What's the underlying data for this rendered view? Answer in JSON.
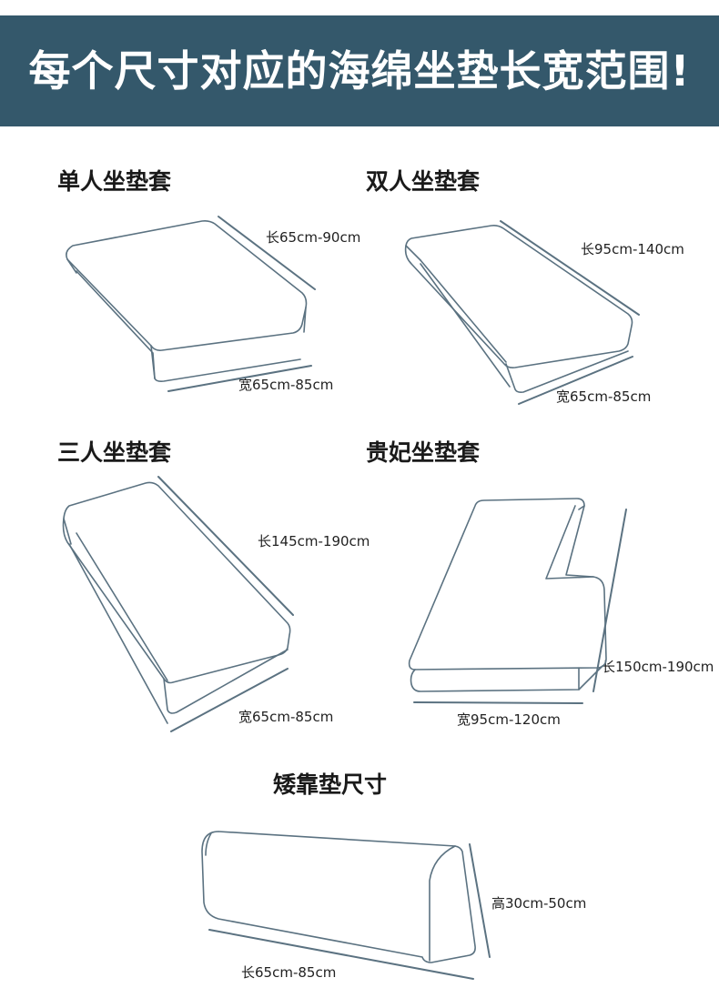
{
  "header": {
    "title": "每个尺寸对应的海绵坐垫长宽范围!"
  },
  "sections": {
    "single": {
      "title": "单人坐垫套",
      "length": "长65cm-90cm",
      "width": "宽65cm-85cm"
    },
    "double": {
      "title": "双人坐垫套",
      "length": "长95cm-140cm",
      "width": "宽65cm-85cm"
    },
    "triple": {
      "title": "三人坐垫套",
      "length": "长145cm-190cm",
      "width": "宽65cm-85cm"
    },
    "chaise": {
      "title": "贵妃坐垫套",
      "length": "长150cm-190cm",
      "width": "宽95cm-120cm"
    },
    "backrest": {
      "title": "矮靠垫尺寸",
      "height": "高30cm-50cm",
      "length": "长65cm-85cm"
    }
  },
  "colors": {
    "banner": "#34586b",
    "outline": "#5b7281",
    "banner_text": "#ffffff"
  }
}
